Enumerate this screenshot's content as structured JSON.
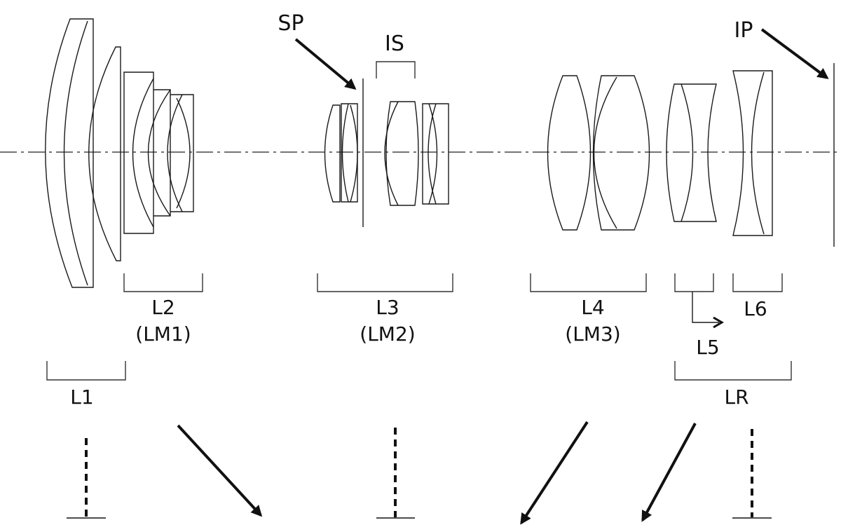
{
  "colors": {
    "line": "#1a1a1a",
    "background": "#ffffff"
  },
  "labels": {
    "sp": "SP",
    "is": "IS",
    "ip": "IP",
    "l1": "L1",
    "l2": "L2",
    "lm1": "(LM1)",
    "l3": "L3",
    "lm2": "(LM2)",
    "l4": "L4",
    "lm3": "(LM3)",
    "l5": "L5",
    "l6": "L6",
    "lr": "LR"
  }
}
